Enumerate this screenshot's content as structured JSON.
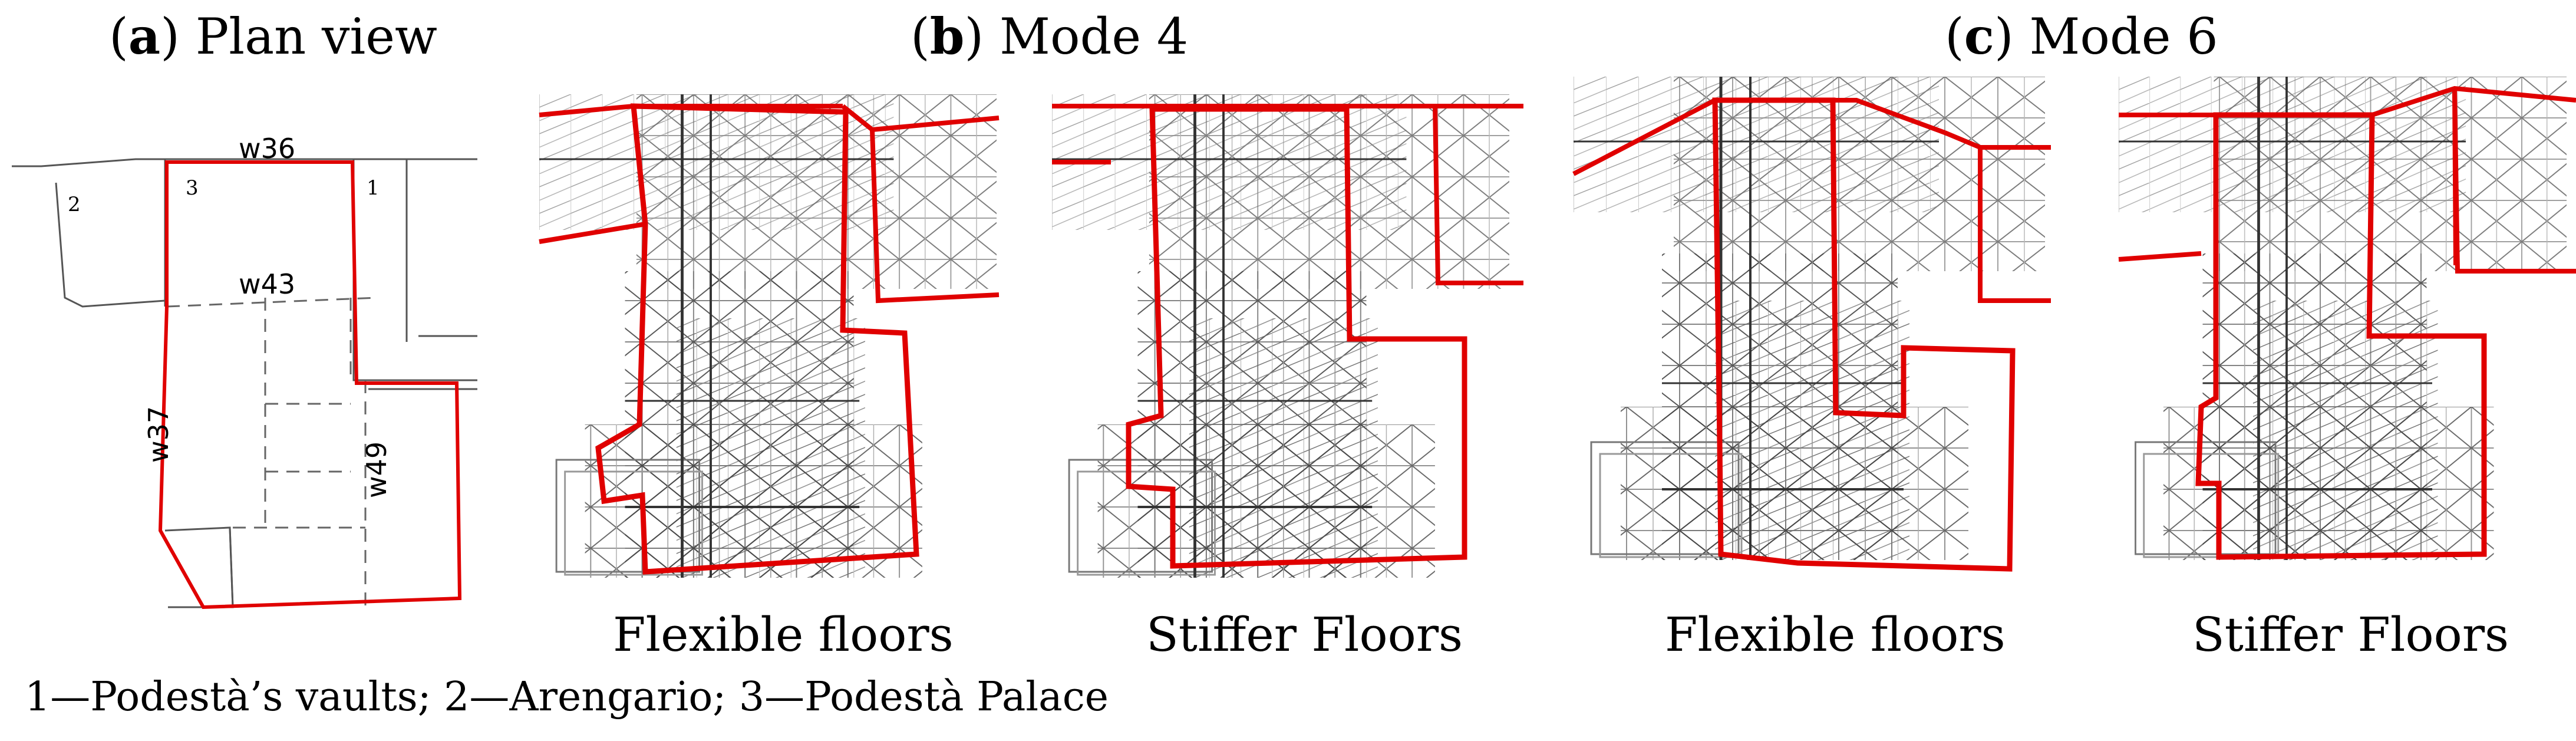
{
  "panels": {
    "a": {
      "letter": "a",
      "title": "Plan view"
    },
    "b": {
      "letter": "b",
      "title": "Mode 4"
    },
    "c": {
      "letter": "c",
      "title": "Mode 6"
    }
  },
  "plan": {
    "walls": [
      "w36",
      "w43",
      "w37",
      "w49"
    ],
    "numbers": [
      "1",
      "2",
      "3"
    ]
  },
  "captions": {
    "flexible": "Flexible floors",
    "stiffer": "Stiffer Floors"
  },
  "legend": "1—Podestà’s vaults; 2—Arengario; 3—Podestà Palace",
  "colors": {
    "outline": "#e00000",
    "mesh": "#555555"
  }
}
